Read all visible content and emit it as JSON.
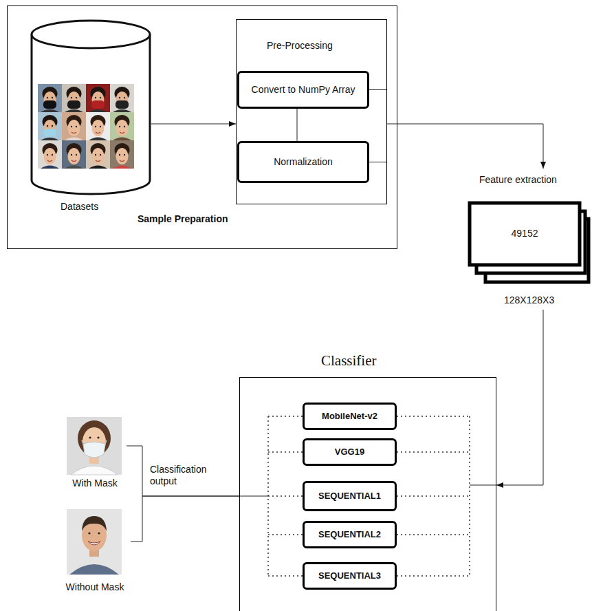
{
  "diagram": {
    "nodes": [
      {
        "text": [
          "Sample Preparation"
        ]
      },
      {
        "text": [
          "Datasets"
        ],
        "in": 0
      },
      {
        "text": [
          "Pre-Processing"
        ],
        "in": 0
      },
      {
        "text": [
          "Convert to NumPy Array"
        ],
        "in": 2
      },
      {
        "text": [
          "Normalization"
        ],
        "in": 2
      },
      {
        "text": [
          "Feature extraction",
          "49152",
          "128X128X3"
        ]
      },
      {
        "text": [
          "Classifier"
        ]
      },
      {
        "text": [
          "MobileNet-v2"
        ],
        "in": 6
      },
      {
        "text": [
          "VGG19"
        ],
        "in": 6
      },
      {
        "text": [
          "SEQUENTIAL1"
        ],
        "in": 6
      },
      {
        "text": [
          "SEQUENTIAL2"
        ],
        "in": 6
      },
      {
        "text": [
          "SEQUENTIAL3"
        ],
        "in": 6
      },
      {
        "text": [
          "With Mask"
        ]
      },
      {
        "text": [
          "Without Mask"
        ]
      }
    ],
    "edges": [
      {
        "from": 1,
        "to": 2,
        "arrow": "to"
      },
      {
        "from": 3,
        "to": 4,
        "arrow": "none"
      },
      {
        "from": 3,
        "to": 2,
        "arrow": "none"
      },
      {
        "from": 4,
        "to": 2,
        "arrow": "none"
      },
      {
        "from": 2,
        "to": 5,
        "arrow": "to"
      },
      {
        "from": 5,
        "to": 6,
        "arrow": "to"
      },
      {
        "from": 6,
        "to": 12,
        "label": "Classification output",
        "arrow": "none"
      },
      {
        "from": 6,
        "to": 13,
        "arrow": "none"
      }
    ]
  }
}
